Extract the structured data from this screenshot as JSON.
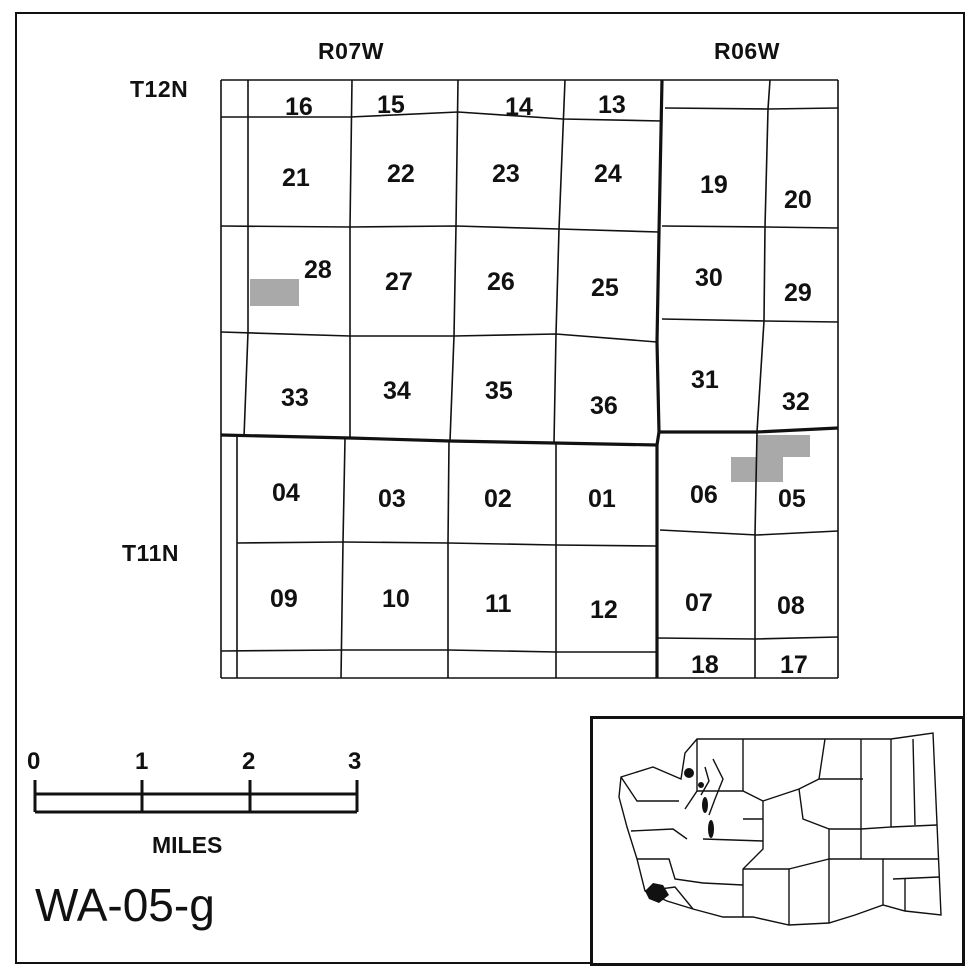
{
  "map": {
    "id_label": "WA-05-g",
    "range_labels": [
      "R07W",
      "R06W"
    ],
    "township_labels": [
      "T12N",
      "T11N"
    ],
    "sections": {
      "t12n_r07w": [
        "16",
        "15",
        "14",
        "13",
        "21",
        "22",
        "23",
        "24",
        "28",
        "27",
        "26",
        "25",
        "33",
        "34",
        "35",
        "36"
      ],
      "t12n_r06w": [
        "19",
        "20",
        "30",
        "29",
        "31",
        "32"
      ],
      "t11n_r07w": [
        "04",
        "03",
        "02",
        "01",
        "09",
        "10",
        "11",
        "12"
      ],
      "t11n_r06w": [
        "06",
        "05",
        "07",
        "08",
        "18",
        "17"
      ]
    },
    "highlight_color": "#9a9a9a"
  },
  "scale_bar": {
    "ticks": [
      "0",
      "1",
      "2",
      "3"
    ],
    "unit": "MILES"
  },
  "inset": {
    "state": "Washington",
    "highlight_color": "#111111"
  }
}
